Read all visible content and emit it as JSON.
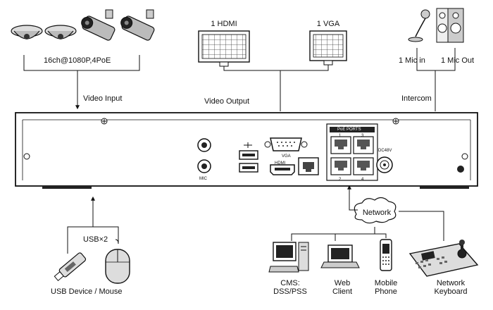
{
  "cameras": {
    "spec": "16ch@1080P,4PoE"
  },
  "links": {
    "video_input": "Video Input",
    "video_output": "Video Output",
    "intercom": "Intercom",
    "usb": "USB×2",
    "network": "Network"
  },
  "displays": {
    "hdmi": "1 HDMI",
    "vga": "1 VGA"
  },
  "audio": {
    "mic_in": "1 Mic in",
    "mic_out": "1 Mic Out"
  },
  "usb_devices": "USB Device / Mouse",
  "clients": [
    {
      "line1": "CMS:",
      "line2": "DSS/PSS"
    },
    {
      "line1": "Web",
      "line2": "Client"
    },
    {
      "line1": "Mobile",
      "line2": "Phone"
    },
    {
      "line1": "Network",
      "line2": "Keyboard"
    }
  ],
  "panel_marks": {
    "poe": "PoE PORTS",
    "vga": "VGA",
    "hdmi": "HDMI",
    "mic": "MIC",
    "dc": "DC48V",
    "p1": "1",
    "p2": "2",
    "p3": "3",
    "p4": "4"
  }
}
